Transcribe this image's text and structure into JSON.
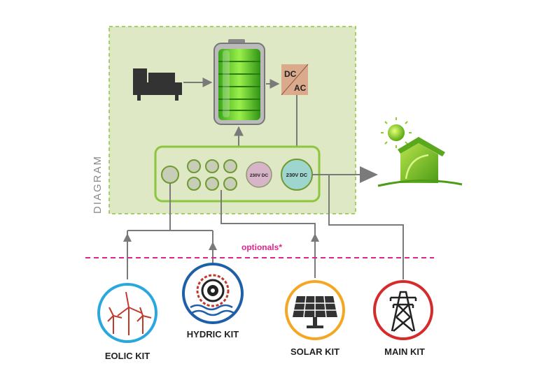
{
  "diagram": {
    "side_label": "DIAGRAM",
    "converter": {
      "top": "DC",
      "bottom": "AC"
    },
    "panel": {
      "port_left": "230V DC",
      "port_right": "230V DC"
    },
    "optionals_label": "optionals*"
  },
  "kits": [
    {
      "label": "EOLIC KIT",
      "icon": "wind-turbines-icon",
      "ring_color": "#29a8e0"
    },
    {
      "label": "HYDRIC KIT",
      "icon": "water-wheel-icon",
      "ring_color": "#1f5fa8"
    },
    {
      "label": "SOLAR KIT",
      "icon": "solar-panel-icon",
      "ring_color": "#f5a623"
    },
    {
      "label": "MAIN KIT",
      "icon": "power-pylon-icon",
      "ring_color": "#d62b2b"
    }
  ],
  "colors": {
    "diagram_fill": "#dfe8c4",
    "diagram_border": "#8cc63f",
    "optionals": "#e0248a",
    "line": "#7a7a7a",
    "converter": "#dba98c"
  }
}
